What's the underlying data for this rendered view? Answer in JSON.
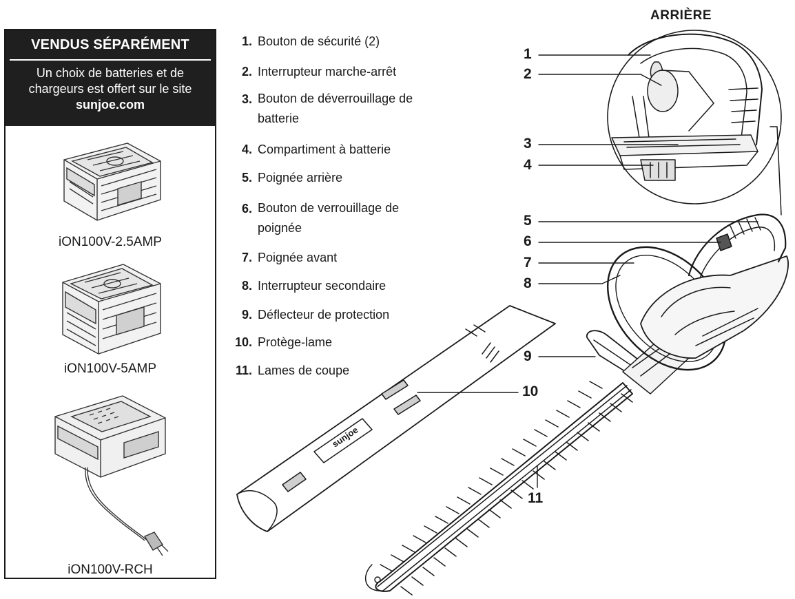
{
  "sold_separately": {
    "title": "VENDUS SÉPARÉMENT",
    "description_prefix": "Un choix de batteries et de chargeurs est offert sur le site ",
    "website": "sunjoe.com",
    "products": [
      {
        "model": "iON100V-2.5AMP"
      },
      {
        "model": "iON100V-5AMP"
      },
      {
        "model": "iON100V-RCH"
      }
    ]
  },
  "parts": [
    {
      "number": "1.",
      "label": "Bouton de sécurité (2)"
    },
    {
      "number": "2.",
      "label": "Interrupteur marche-arrêt"
    },
    {
      "number": "3.",
      "label": "Bouton de déverrouillage de batterie"
    },
    {
      "number": "4.",
      "label": "Compartiment à batterie"
    },
    {
      "number": "5.",
      "label": "Poignée arrière"
    },
    {
      "number": "6.",
      "label": "Bouton de verrouillage de poignée"
    },
    {
      "number": "7.",
      "label": "Poignée avant"
    },
    {
      "number": "8.",
      "label": "Interrupteur secondaire"
    },
    {
      "number": "9.",
      "label": "Déflecteur de protection"
    },
    {
      "number": "10.",
      "label": "Protège-lame"
    },
    {
      "number": "11.",
      "label": "Lames de coupe"
    }
  ],
  "diagram": {
    "rear_view_title": "ARRIÈRE",
    "callouts": [
      "1",
      "2",
      "3",
      "4",
      "5",
      "6",
      "7",
      "8",
      "9",
      "10",
      "11"
    ],
    "scabbard_logo_text": "sunjoe"
  },
  "colors": {
    "panel_header_bg": "#1f1f1f",
    "line": "#1a1a1a"
  }
}
